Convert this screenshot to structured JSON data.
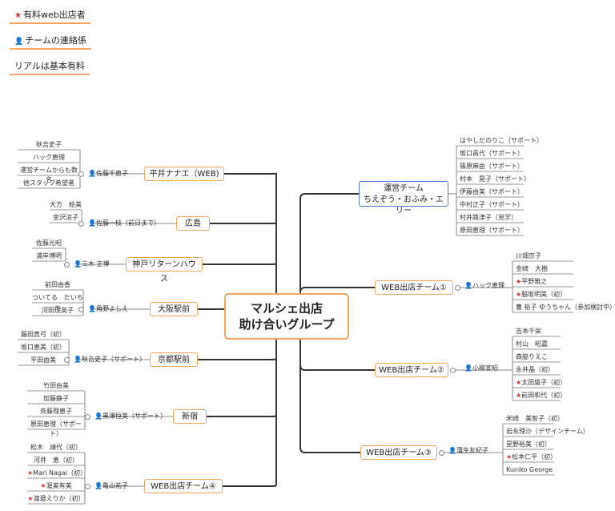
{
  "legend": {
    "items": [
      {
        "icon": "star-icon",
        "label": "有料web出店者"
      },
      {
        "icon": "person-icon",
        "label": "チームの連絡係"
      },
      {
        "icon": "",
        "label": "リアルは基本有料"
      }
    ]
  },
  "center": {
    "line1": "マルシェ出店",
    "line2": "助け合いグループ"
  },
  "left_branches": [
    {
      "name": "平井ナナエ（WEB)",
      "contact": "佐藤千恵子",
      "members": [
        "秋吉史子",
        "ハック恵理",
        "運営チームからも数名",
        "他スタッフ希望者"
      ]
    },
    {
      "name": "広島",
      "contact": "佐藤一枝（前日まで）",
      "members": [
        "大方　絵美",
        "金沢涼子"
      ]
    },
    {
      "name": "神戸リターンハウス",
      "contact": "三木 正博",
      "members": [
        "佐藤光昭",
        "浦岸博明"
      ]
    },
    {
      "name": "大阪駅前",
      "contact": "角野よしえ",
      "members": [
        "前田由香",
        "ついてる　だいちゃ",
        "河田理英子"
      ]
    },
    {
      "name": "京都駅前",
      "contact": "秋吉史子（サポート）",
      "members": [
        "藤田真弓（初）",
        "坂口恵美（初）",
        "平田由美"
      ]
    },
    {
      "name": "新宿",
      "contact": "黒澤恒美（サポート）",
      "members": [
        "竹田由美",
        "加藤静子",
        "斉藤理恵子",
        "原田恵理（サポート）"
      ]
    },
    {
      "name": "WEB出店チーム④",
      "contact": "亀山祐子",
      "members": [
        "松木　靖代（初）",
        "河井　恵（初）",
        "Mari Nagai（初）",
        "渥美有美",
        "渡邉えりか（初）"
      ],
      "starred": [
        2,
        3,
        4
      ]
    }
  ],
  "right_branches": [
    {
      "name_line1": "運営チーム",
      "name_line2": "ちえぞう・おふみ・エリー",
      "members": [
        "はやしだのりこ（サポート）",
        "坂口昌代（サポート）",
        "篠原麻由（サポート）",
        "村本　晃子（サポート）",
        "伊藤由美（サポート）",
        "中村正子（サポート）",
        "村井路津子（見学）",
        "原田恵理（サポート）"
      ]
    },
    {
      "name": "WEB出店チーム①",
      "contact": "ハック恵理",
      "members": [
        "川畑京子",
        "金崎　大樹",
        "平野雅之",
        "脇坂明美（初）",
        "曹 裕子 ゆうちゃん（参加検討中）"
      ],
      "starred": [
        2,
        3
      ]
    },
    {
      "name": "WEB出店チーム②",
      "contact": "小柳宣昭",
      "members": [
        "吉本千栄",
        "村山　昭嘉",
        "森脇りえこ",
        "永井晶（初）",
        "太田盛子（初）",
        "前田和代（初）"
      ],
      "starred": [
        4,
        5
      ]
    },
    {
      "name": "WEB出店チーム③",
      "contact": "蒲生友紀子",
      "members": [
        "米崎　美智子（初）",
        "岩永理沙（デザインチーム）",
        "星野裕美（初）",
        "松本仁平（初）",
        "Kuniko George"
      ],
      "starred": [
        3
      ]
    }
  ],
  "colors": {
    "accent": "#f2a35c",
    "contact_icon": "#e0322d",
    "blue_box": "#4a7fd6",
    "trunk": "#333333"
  }
}
